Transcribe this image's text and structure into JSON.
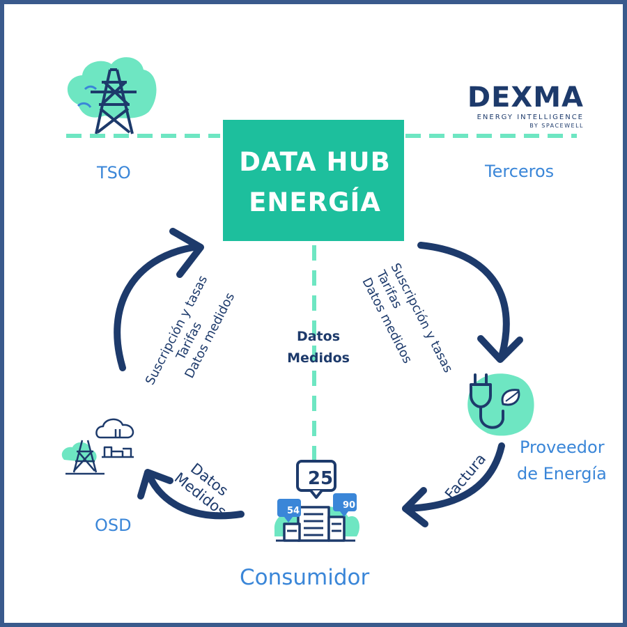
{
  "hub": {
    "line1": "DATA HUB",
    "line2": "ENERGÍA"
  },
  "logo": {
    "name": "DEXMA",
    "tagline": "ENERGY INTELLIGENCE",
    "byline": "BY SPACEWELL"
  },
  "nodes": {
    "tso": "TSO",
    "terceros": "Terceros",
    "proveedor_line1": "Proveedor",
    "proveedor_line2": "de Energía",
    "osd": "OSD",
    "consumidor": "Consumidor"
  },
  "center_flow": {
    "line1": "Datos",
    "line2": "Medidos"
  },
  "left_flow": {
    "line1": "Suscripción y tasas",
    "line2": "Tarifas",
    "line3": "Datos medidos"
  },
  "right_flow": {
    "line1": "Suscripción y tasas",
    "line2": "Tarifas",
    "line3": "Datos medidos"
  },
  "bottom_left_flow": {
    "line1": "Datos",
    "line2": "Medidos"
  },
  "bottom_right_flow": {
    "label": "Factura"
  },
  "badges": {
    "main": "25",
    "left": "54",
    "right": "90"
  },
  "colors": {
    "hub": "#1dbf9d",
    "accent_light": "#6ee6c2",
    "navy": "#1d3a6b",
    "blue_label": "#3a86d8",
    "badge_blue": "#3a86d8",
    "border": "#3a5a8c"
  },
  "icons": [
    "transmission-tower-icon",
    "plug-leaf-icon",
    "building-icon",
    "cloud-tower-city-icon"
  ]
}
